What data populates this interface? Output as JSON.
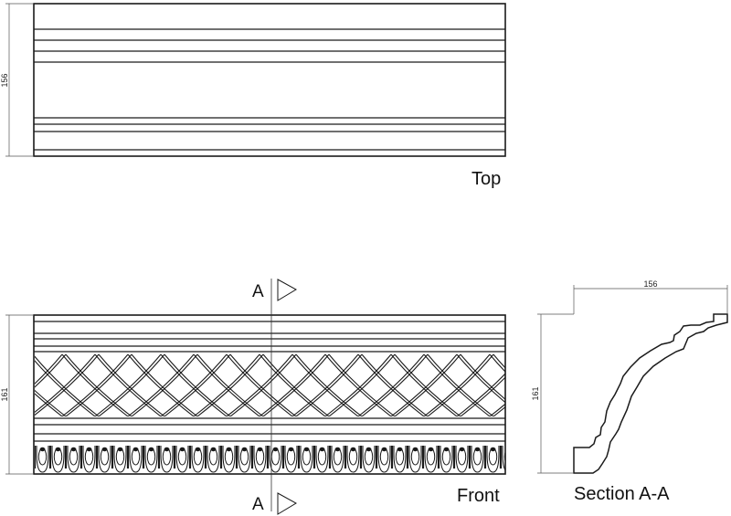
{
  "views": {
    "top": {
      "label": "Top",
      "dimension": "156"
    },
    "front": {
      "label": "Front",
      "dimension": "161"
    },
    "section": {
      "label": "Section A-A",
      "height_dimension": "161",
      "width_dimension": "156"
    }
  },
  "cut_markers": {
    "top_label": "A",
    "bottom_label": "A"
  }
}
